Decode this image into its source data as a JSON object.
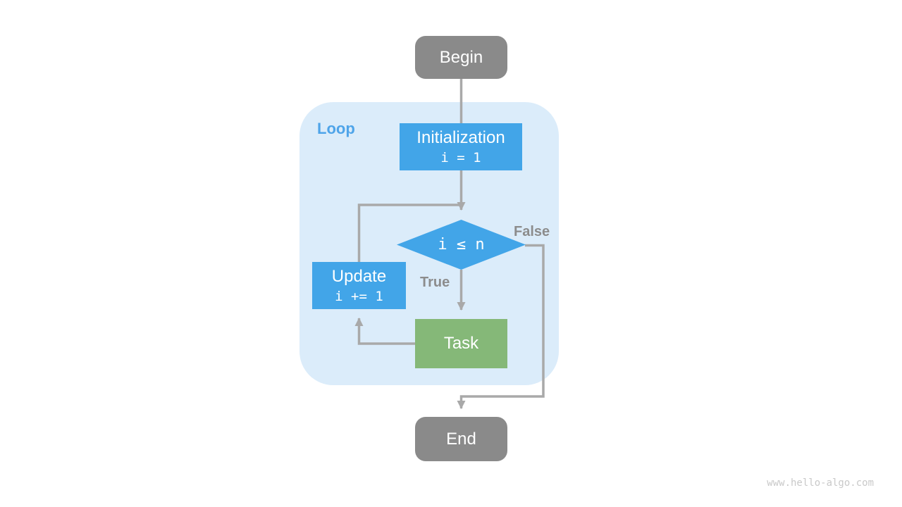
{
  "diagram": {
    "nodes": {
      "begin": {
        "label": "Begin"
      },
      "initialization": {
        "title": "Initialization",
        "code": "i = 1"
      },
      "condition": {
        "expression": "i ≤ n"
      },
      "update": {
        "title": "Update",
        "code": "i += 1"
      },
      "task": {
        "label": "Task"
      },
      "end": {
        "label": "End"
      }
    },
    "loop": {
      "label": "Loop"
    },
    "edges": {
      "true_label": "True",
      "false_label": "False"
    },
    "watermark": "www.hello-algo.com",
    "colors": {
      "terminal_gray": "#8A8A8A",
      "process_blue": "#42A5E8",
      "task_green": "#85B878",
      "loop_background": "#DBECFA",
      "connector_gray": "#A9A9A9",
      "edge_label_gray": "#8C8C8C",
      "loop_label_blue": "#4EA4E9",
      "watermark_gray": "#C9C9C9",
      "node_text": "#FFFFFF"
    }
  }
}
